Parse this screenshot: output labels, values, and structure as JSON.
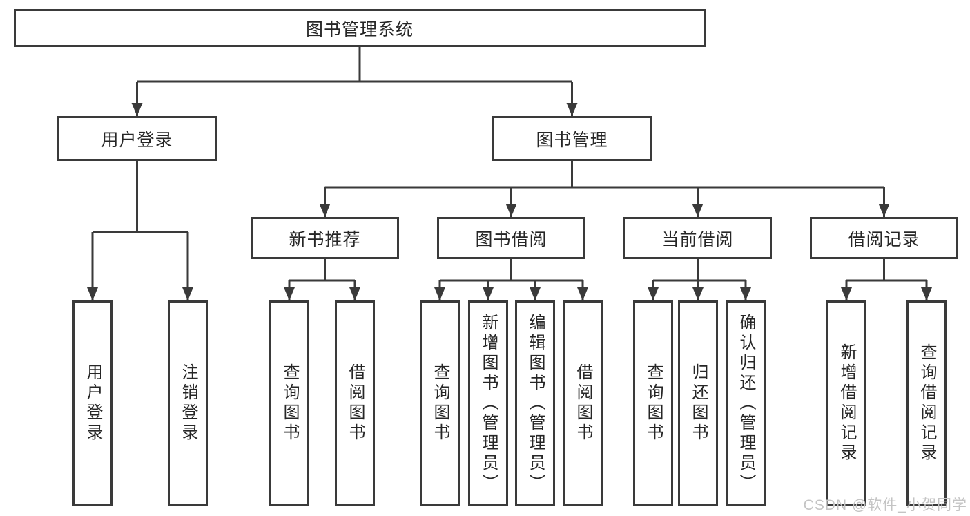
{
  "diagram_title": "图书管理系统",
  "tree": {
    "root": {
      "label": "图书管理系统"
    },
    "branches": [
      {
        "label": "用户登录",
        "children": [
          "用户登录",
          "注销登录"
        ]
      },
      {
        "label": "图书管理",
        "children": [
          {
            "label": "新书推荐",
            "children": [
              "查询图书",
              "借阅图书"
            ]
          },
          {
            "label": "图书借阅",
            "children": [
              "查询图书",
              "新增图书（管理员）",
              "编辑图书（管理员）",
              "借阅图书"
            ]
          },
          {
            "label": "当前借阅",
            "children": [
              "查询图书",
              "归还图书",
              "确认归还（管理员）"
            ]
          },
          {
            "label": "借阅记录",
            "children": [
              "新增借阅记录",
              "查询借阅记录"
            ]
          }
        ]
      }
    ]
  },
  "watermark": "CSDN @软件_小贺同学",
  "colors": {
    "line": "#3a3a3a",
    "text": "#262626",
    "watermark": "#c4c4c4",
    "background": "#ffffff"
  }
}
